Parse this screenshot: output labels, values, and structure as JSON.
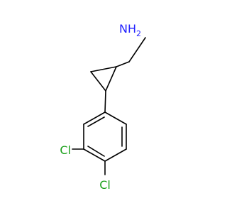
{
  "molecule": {
    "atoms": [
      {
        "id": "N",
        "label": "NH",
        "sub": "2",
        "color": "#2020ff"
      },
      {
        "id": "Cl1",
        "label": "Cl",
        "color": "#1aa01a"
      },
      {
        "id": "Cl2",
        "label": "Cl",
        "color": "#1aa01a"
      }
    ],
    "bond_color": "#000000"
  }
}
